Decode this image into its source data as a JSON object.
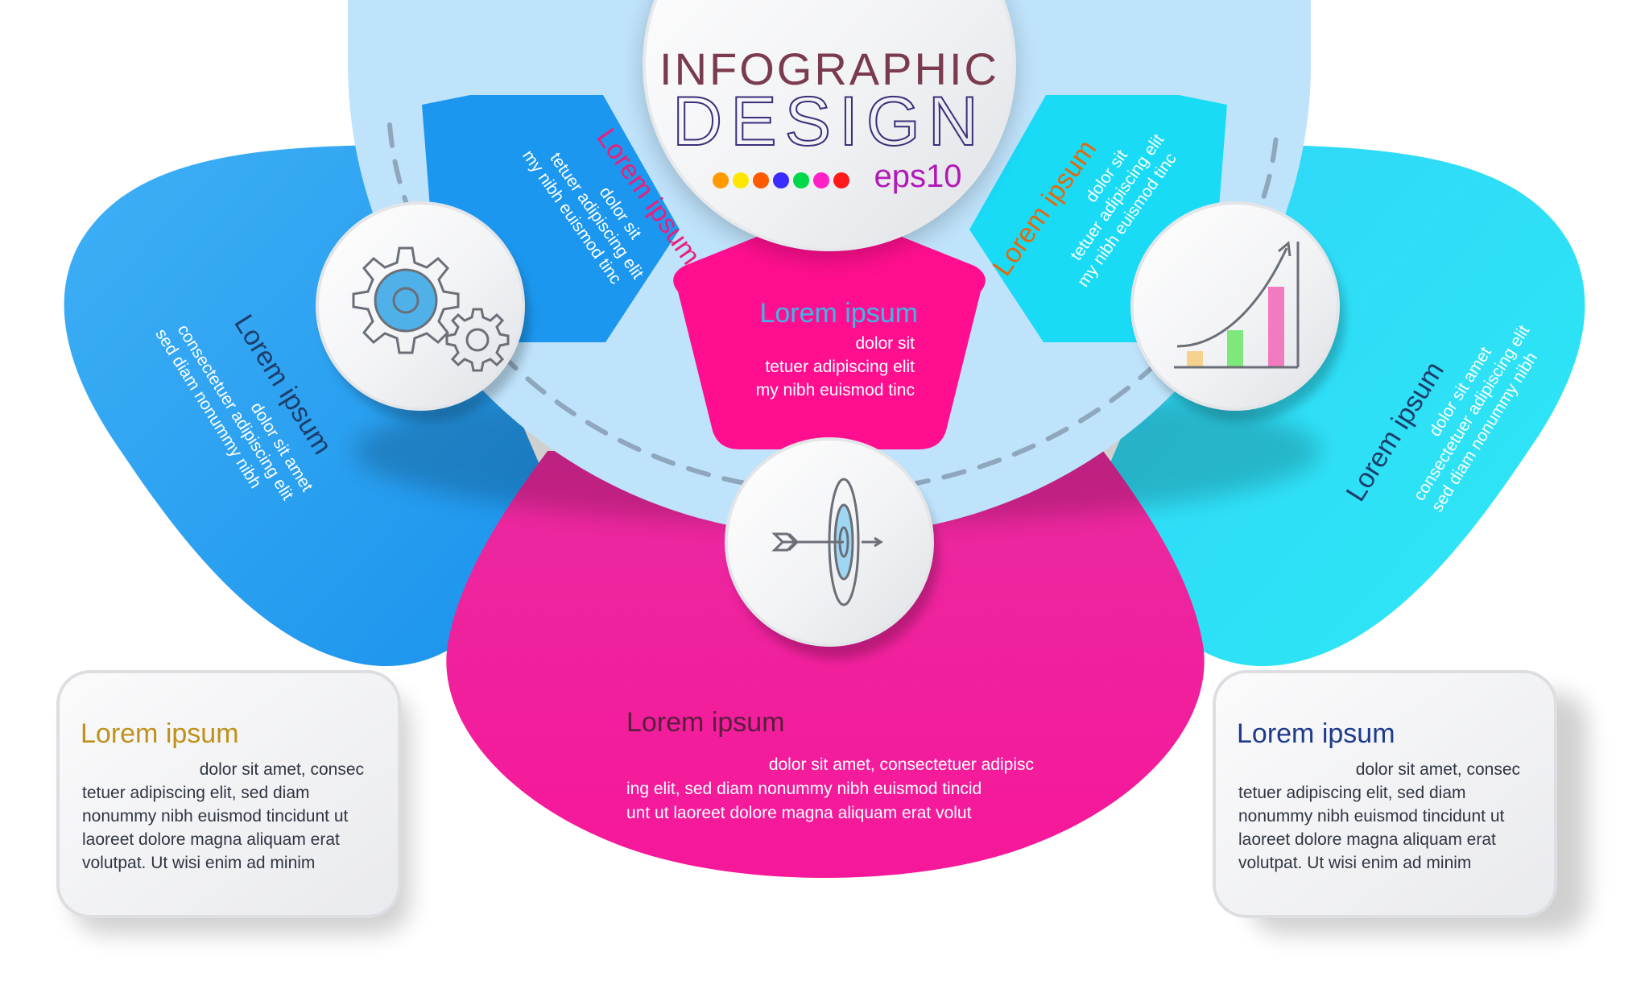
{
  "header": {
    "title_line1": "INFOGRAPHIC",
    "title_line2": "DESIGN",
    "version": "eps10",
    "dot_colors": [
      "#ff9900",
      "#ffe600",
      "#ff5a00",
      "#3a2bff",
      "#00d84a",
      "#ff1fc7",
      "#ff1a1a"
    ]
  },
  "colors": {
    "light_blue_disc": "#bfe3fb",
    "blue_petal": "#2aa6f2",
    "cyan_petal": "#2ee6f5",
    "pink_petal": "#f21c9a",
    "blue_tab": "#1c97ef",
    "cyan_tab": "#19dbf6",
    "magenta_hex": "#ff0f8f"
  },
  "icons": {
    "left_circle": "gears-icon",
    "right_circle": "growth-chart-icon",
    "bottom_circle": "target-arrow-icon"
  },
  "tabs": {
    "left": {
      "title": "Lorem ipsum",
      "lines": [
        "dolor sit",
        "tetuer adipiscing elit",
        "my nibh euismod tinc"
      ]
    },
    "right": {
      "title": "Lorem ipsum",
      "lines": [
        "dolor sit",
        "tetuer adipiscing elit",
        "my nibh euismod tinc"
      ]
    },
    "center": {
      "title": "Lorem ipsum",
      "lines": [
        "dolor sit",
        "tetuer adipiscing elit",
        "my nibh euismod tinc"
      ]
    }
  },
  "petals": {
    "left": {
      "title": "Lorem ipsum",
      "lines": [
        "dolor sit amet",
        "consectetuer adipiscing elit",
        "sed diam nonummy nibh"
      ]
    },
    "right": {
      "title": "Lorem ipsum",
      "lines": [
        "dolor sit amet",
        "consectetuer adipiscing elit",
        "sed diam nonummy nibh"
      ]
    },
    "bottom": {
      "title": "Lorem ipsum",
      "lines": [
        "dolor sit amet, consectetuer adipisc",
        "ing elit, sed diam nonummy nibh euismod tincid",
        "unt ut laoreet dolore magna aliquam erat volut"
      ]
    }
  },
  "notes": {
    "left": {
      "title": "Lorem ipsum",
      "lines": [
        "dolor sit amet, consec",
        "tetuer adipiscing elit, sed diam",
        "nonummy nibh euismod tincidunt ut",
        "laoreet dolore magna aliquam erat",
        "volutpat. Ut wisi enim ad minim"
      ]
    },
    "right": {
      "title": "Lorem ipsum",
      "lines": [
        "dolor sit amet, consec",
        "tetuer adipiscing elit, sed diam",
        "nonummy nibh euismod tincidunt ut",
        "laoreet dolore magna aliquam erat",
        "volutpat. Ut wisi enim ad minim"
      ]
    }
  }
}
